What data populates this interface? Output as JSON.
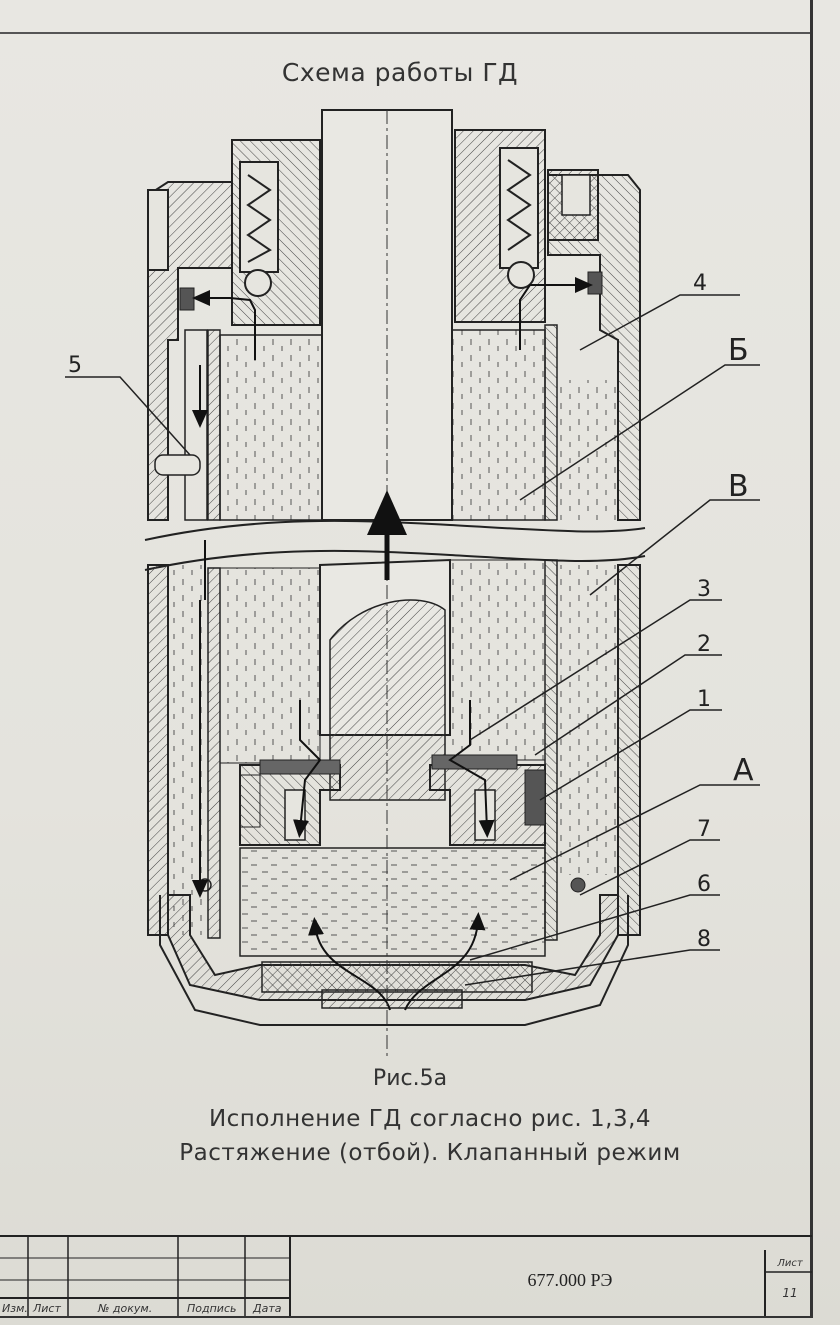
{
  "title": "Схема работы ГД",
  "callouts": [
    "4",
    "Б",
    "5",
    "В",
    "3",
    "2",
    "1",
    "А",
    "7",
    "6",
    "8"
  ],
  "caption": {
    "figure": "Рис.5а",
    "line1": "Исполнение ГД согласно рис. 1,3,4",
    "line2": "Растяжение (отбой). Клапанный режим"
  },
  "title_block": {
    "izm": "Изм.",
    "list": "Лист",
    "doc_no_label": "№ докум.",
    "signature": "Подпись",
    "date": "Дата",
    "document_number": "677.000 РЭ",
    "sheet_label": "Лист",
    "sheet_number": "11"
  }
}
